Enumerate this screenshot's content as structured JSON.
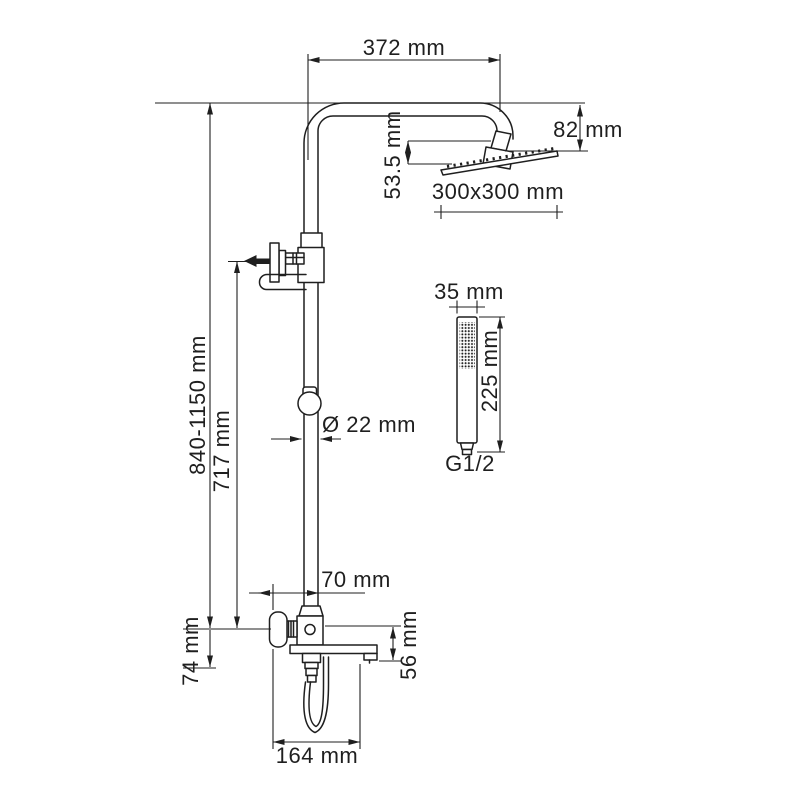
{
  "diagram": {
    "title": "shower-system-dimension-drawing",
    "background": "#ffffff",
    "line_color": "#1f1f1f",
    "dimensions": {
      "arm_reach": "372 mm",
      "head_drop": "82 mm",
      "head_joint_height": "53.5 mm",
      "head_size": "300x300 mm",
      "handshower_width": "35 mm",
      "handshower_length": "225 mm",
      "handshower_thread": "G1/2",
      "pipe_diameter": "Ø 22 mm",
      "total_height": "840-1150 mm",
      "bracket_height": "717 mm",
      "pipe_offset": "70 mm",
      "mixer_drop": "74 mm",
      "spout_drop": "56 mm",
      "spout_reach": "164 mm"
    }
  }
}
